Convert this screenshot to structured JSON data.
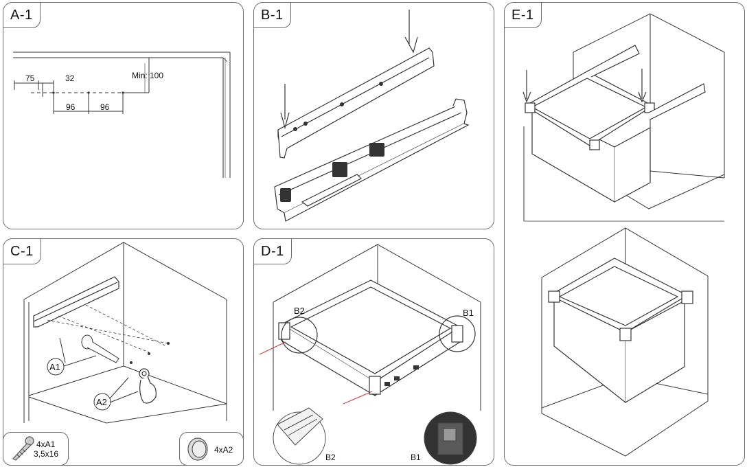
{
  "panels": {
    "a1": {
      "tag": "A-1"
    },
    "b1": {
      "tag": "B-1"
    },
    "c1": {
      "tag": "C-1"
    },
    "d1": {
      "tag": "D-1"
    },
    "e1": {
      "tag": "E-1"
    }
  },
  "dimensions": {
    "d75": "75",
    "d32": "32",
    "min100": "Min: 100",
    "d96a": "96",
    "d96b": "96"
  },
  "callouts": {
    "a1": "A1",
    "a2": "A2",
    "b1": "B1",
    "b2": "B2",
    "b2_detail": "B2",
    "b1_detail": "B1"
  },
  "parts": {
    "screw_qty": "4xA1",
    "screw_size": "3,5x16",
    "cap_qty": "4xA2"
  }
}
